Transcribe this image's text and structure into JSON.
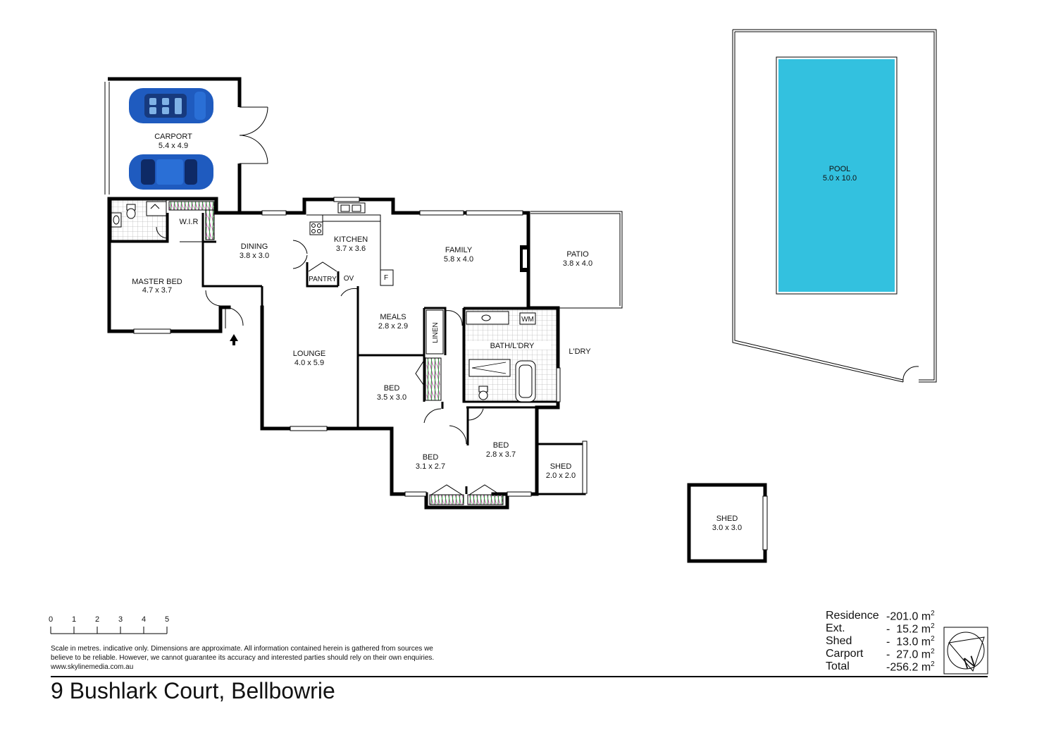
{
  "rooms": [
    {
      "id": "carport",
      "name": "CARPORT",
      "dims": "5.4 x 4.9"
    },
    {
      "id": "wir",
      "name": "W.I.R",
      "dims": ""
    },
    {
      "id": "dining",
      "name": "DINING",
      "dims": "3.8 x 3.0"
    },
    {
      "id": "kitchen",
      "name": "KITCHEN",
      "dims": "3.7 x 3.6"
    },
    {
      "id": "family",
      "name": "FAMILY",
      "dims": "5.8 x 4.0"
    },
    {
      "id": "patio",
      "name": "PATIO",
      "dims": "3.8 x 4.0"
    },
    {
      "id": "master-bed",
      "name": "MASTER BED",
      "dims": "4.7 x 3.7"
    },
    {
      "id": "meals",
      "name": "MEALS",
      "dims": "2.8 x 2.9"
    },
    {
      "id": "lounge",
      "name": "LOUNGE",
      "dims": "4.0 x 5.9"
    },
    {
      "id": "bed-1",
      "name": "BED",
      "dims": "3.5 x 3.0"
    },
    {
      "id": "bed-2",
      "name": "BED",
      "dims": "3.1 x 2.7"
    },
    {
      "id": "bed-3",
      "name": "BED",
      "dims": "2.8 x 3.7"
    },
    {
      "id": "shed-1",
      "name": "SHED",
      "dims": "2.0 x 2.0"
    },
    {
      "id": "shed-2",
      "name": "SHED",
      "dims": "3.0 x 3.0"
    },
    {
      "id": "pool",
      "name": "POOL",
      "dims": "5.0 x 10.0"
    }
  ],
  "fixtures": {
    "pantry": "PANTRY",
    "oven": "OV",
    "fridge": "F",
    "linen": "LINEN",
    "washing_machine": "WM",
    "bath_laundry": "BATH/L'DRY",
    "laundry": "L'DRY"
  },
  "scale": {
    "ticks": [
      "0",
      "1",
      "2",
      "3",
      "4",
      "5"
    ]
  },
  "disclaimer": [
    "Scale in metres. indicative only. Dimensions are approximate. All information contained herein is gathered from sources we",
    "believe to be reliable. However, we cannot guarantee its accuracy and interested parties should rely on their own enquiries.",
    "www.skylinemedia.com.au"
  ],
  "areas": [
    {
      "label": "Residence",
      "value": "-201.0 m",
      "sup": "2"
    },
    {
      "label": "Ext.",
      "value": "-  15.2 m",
      "sup": "2"
    },
    {
      "label": "Shed",
      "value": "-  13.0 m",
      "sup": "2"
    },
    {
      "label": "Carport",
      "value": "-  27.0 m",
      "sup": "2"
    },
    {
      "label": "Total",
      "value": "-256.2 m",
      "sup": "2"
    }
  ],
  "compass": {
    "letter": "N"
  },
  "address": "9 Bushlark Court, Bellbowrie",
  "colors": {
    "pool": "#33c1df",
    "car": "#1f5bbf",
    "wall": "#000000"
  }
}
